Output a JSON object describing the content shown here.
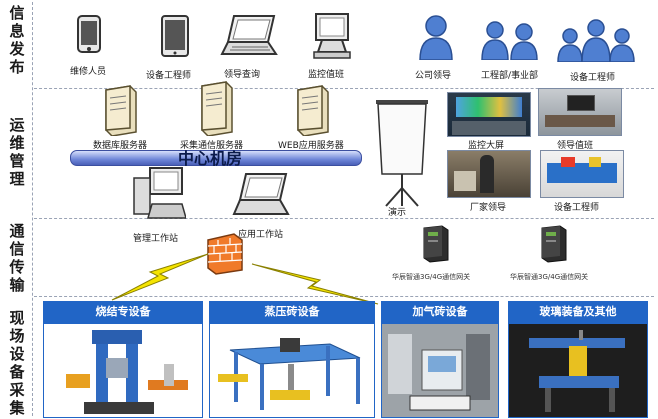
{
  "layers": [
    {
      "title": "信息发布"
    },
    {
      "title": "运维管理"
    },
    {
      "title": "通信传输"
    },
    {
      "title": "现场设备采集"
    }
  ],
  "publish": {
    "devices": [
      "维修人员",
      "设备工程师",
      "领导查询",
      "监控值班"
    ],
    "people": [
      "公司领导",
      "工程部/事业部",
      "设备工程师"
    ]
  },
  "ops": {
    "servers": [
      "数据库服务器",
      "采集通信服务器",
      "WEB应用服务器"
    ],
    "center": "中心机房",
    "projector": "演示",
    "photos": [
      "监控大屏",
      "领导值班",
      "厂家领导",
      "设备工程师"
    ],
    "workstations": [
      "管理工作站",
      "应用工作站"
    ]
  },
  "comm": {
    "gateways": [
      "华辰智通3G/4G通信网关",
      "华辰智通3G/4G通信网关"
    ]
  },
  "field": {
    "categories": [
      "烧结专设备",
      "蒸压砖设备",
      "加气砖设备",
      "玻璃装备及其他"
    ]
  },
  "colors": {
    "accent": "#2165c6",
    "bolt": "#f5e400",
    "firewall": "#f07a2a"
  }
}
